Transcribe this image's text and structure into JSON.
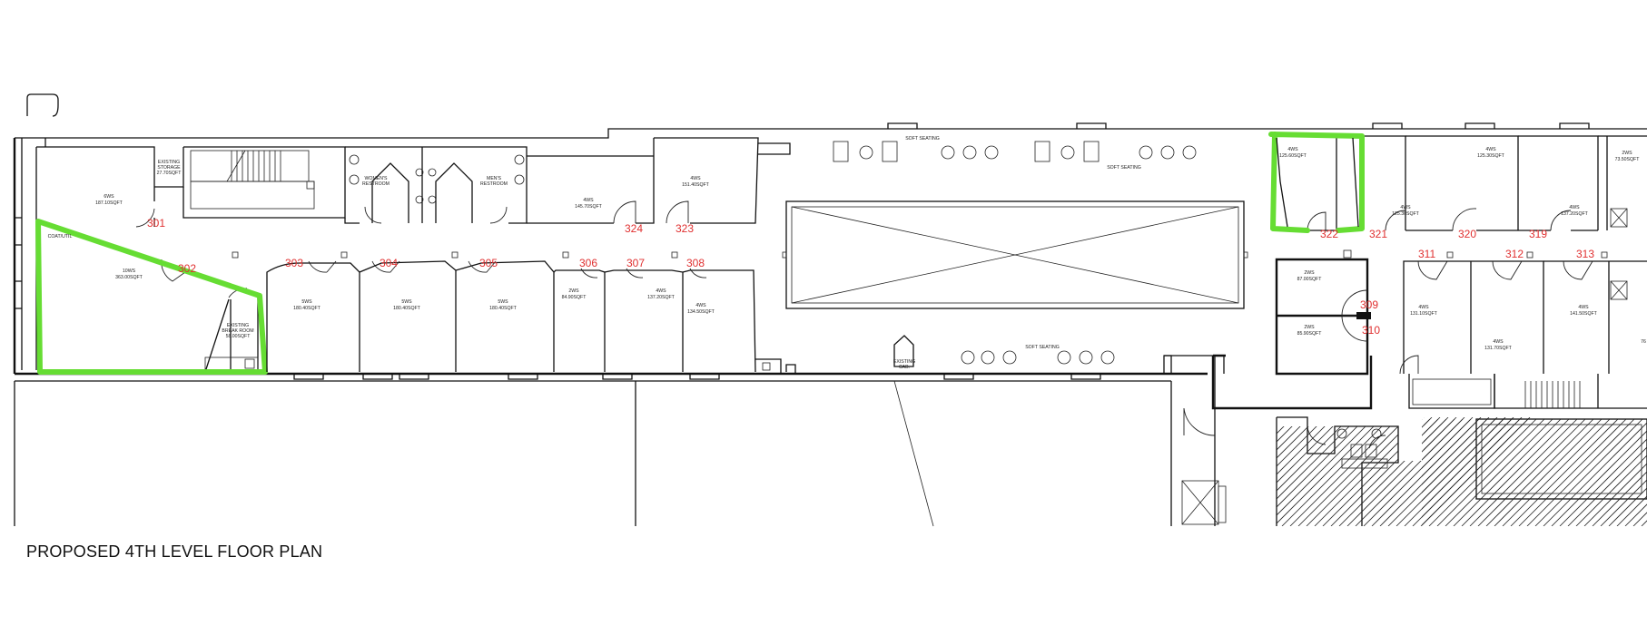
{
  "title": "PROPOSED 4TH LEVEL FLOOR PLAN",
  "colors": {
    "room_number": "#e03030",
    "highlight": "#66dd33",
    "lines": "#111111"
  },
  "room_numbers": [
    "301",
    "302",
    "303",
    "304",
    "305",
    "306",
    "307",
    "308",
    "309",
    "310",
    "311",
    "312",
    "313",
    "319",
    "320",
    "321",
    "322",
    "323",
    "324"
  ],
  "rooms": {
    "r301": [
      "6WS",
      "187.10SQFT"
    ],
    "storage": [
      "EXISTING",
      "STORAGE",
      "27.70SQFT"
    ],
    "womens": [
      "WOMEN'S",
      "RESTROOM"
    ],
    "mens": [
      "MEN'S",
      "RESTROOM"
    ],
    "r324": [
      "4WS",
      "145.70SQFT"
    ],
    "r323": [
      "4WS",
      "151.40SQFT"
    ],
    "r302": [
      "10WS",
      "363.00SQFT"
    ],
    "break": [
      "EXISTING",
      "BREAK ROOM",
      "58.00SQFT"
    ],
    "r303": [
      "5WS",
      "180.40SQFT"
    ],
    "r304": [
      "5WS",
      "180.40SQFT"
    ],
    "r305": [
      "5WS",
      "180.40SQFT"
    ],
    "r306": [
      "2WS",
      "84.90SQFT"
    ],
    "r307": [
      "4WS",
      "137.20SQFT"
    ],
    "r308": [
      "4WS",
      "134.50SQFT"
    ],
    "r322": [
      "4WS",
      "125.60SQFT"
    ],
    "r321": [
      "4WS",
      "125.30SQFT"
    ],
    "r320": [
      "4WS",
      "125.30SQFT"
    ],
    "r319": [
      "4WS",
      "137.20SQFT"
    ],
    "r318": [
      "2WS",
      "73.50SQFT"
    ],
    "r309": [
      "2WS",
      "87.00SQFT"
    ],
    "r310": [
      "2WS",
      "85.90SQFT"
    ],
    "r311": [
      "4WS",
      "131.10SQFT"
    ],
    "r312": [
      "4WS",
      "131.70SQFT"
    ],
    "r313": [
      "4WS",
      "141.50SQFT"
    ],
    "r314_partial": [
      "76"
    ],
    "soft_seating": "SOFT SEATING",
    "existing_cab": [
      "EXISTING",
      "CAB."
    ],
    "coat": "COAT/UTIL"
  }
}
